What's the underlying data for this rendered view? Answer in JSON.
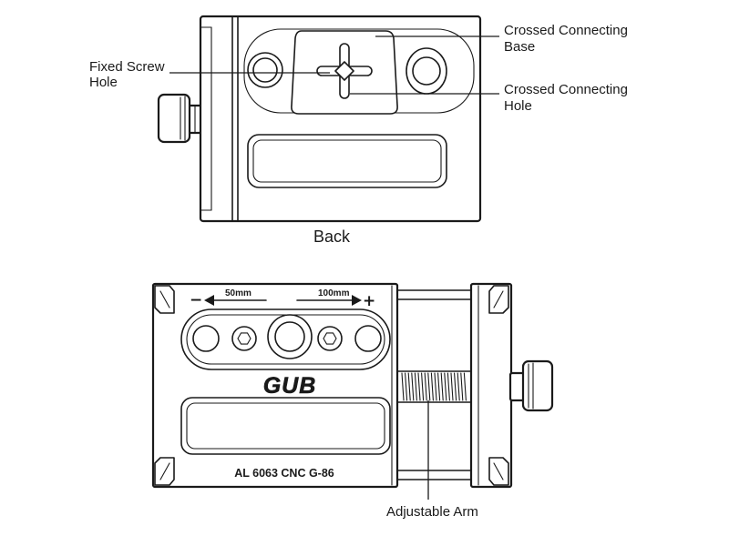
{
  "back_view": {
    "caption": "Back",
    "labels": {
      "fixed_screw_hole": [
        "Fixed Screw",
        "Hole"
      ],
      "crossed_connecting_base": [
        "Crossed Connecting",
        "Base"
      ],
      "crossed_connecting_hole": [
        "Crossed Connecting",
        "Hole"
      ]
    }
  },
  "front_view": {
    "travel_scale": {
      "minus": "−",
      "left_value": "50mm",
      "right_value": "100mm",
      "plus": "+"
    },
    "logo": "GUB",
    "model_text": "AL 6063 CNC G-86",
    "labels": {
      "adjustable_arm": "Adjustable Arm"
    }
  },
  "colors": {
    "line": "#1a1a1a",
    "background": "#ffffff"
  }
}
